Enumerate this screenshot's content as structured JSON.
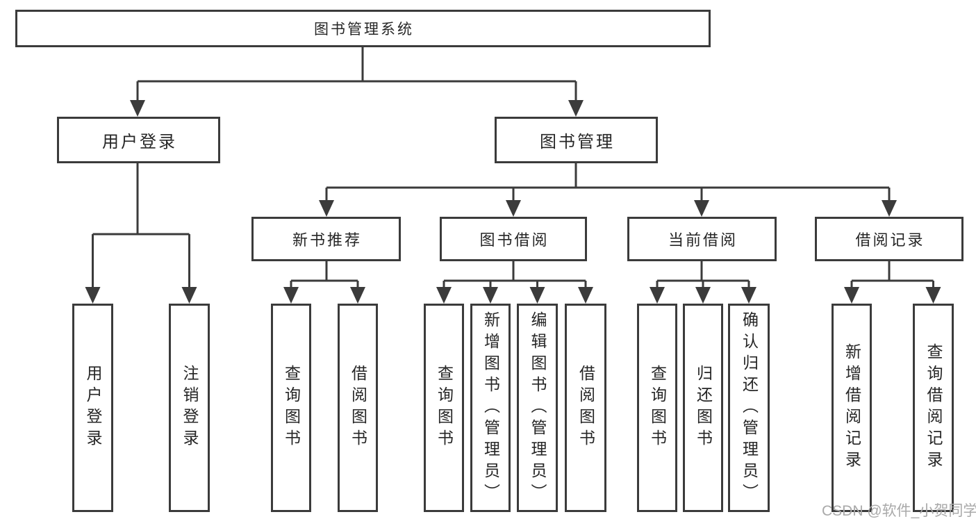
{
  "diagram": {
    "root": {
      "label": "图书管理系统"
    },
    "level2": [
      {
        "label": "用户登录"
      },
      {
        "label": "图书管理"
      }
    ],
    "level3": [
      {
        "label": "新书推荐"
      },
      {
        "label": "图书借阅"
      },
      {
        "label": "当前借阅"
      },
      {
        "label": "借阅记录"
      }
    ],
    "leaves": {
      "user_login": [
        "用户登录",
        "注销登录"
      ],
      "new_books": [
        "查询图书",
        "借阅图书"
      ],
      "book_borrow": [
        "查询图书",
        "新增图书（管理员）",
        "编辑图书（管理员）",
        "借阅图书"
      ],
      "current_borrow": [
        "查询图书",
        "归还图书",
        "确认归还（管理员）"
      ],
      "borrow_records": [
        "新增借阅记录",
        "查询借阅记录"
      ]
    }
  },
  "watermark": {
    "text": "CSDN @软件_小贺同学"
  },
  "colors": {
    "line": "#3b3b3b",
    "text": "#262626",
    "background": "#ffffff",
    "watermark": "#a9a9a9"
  }
}
